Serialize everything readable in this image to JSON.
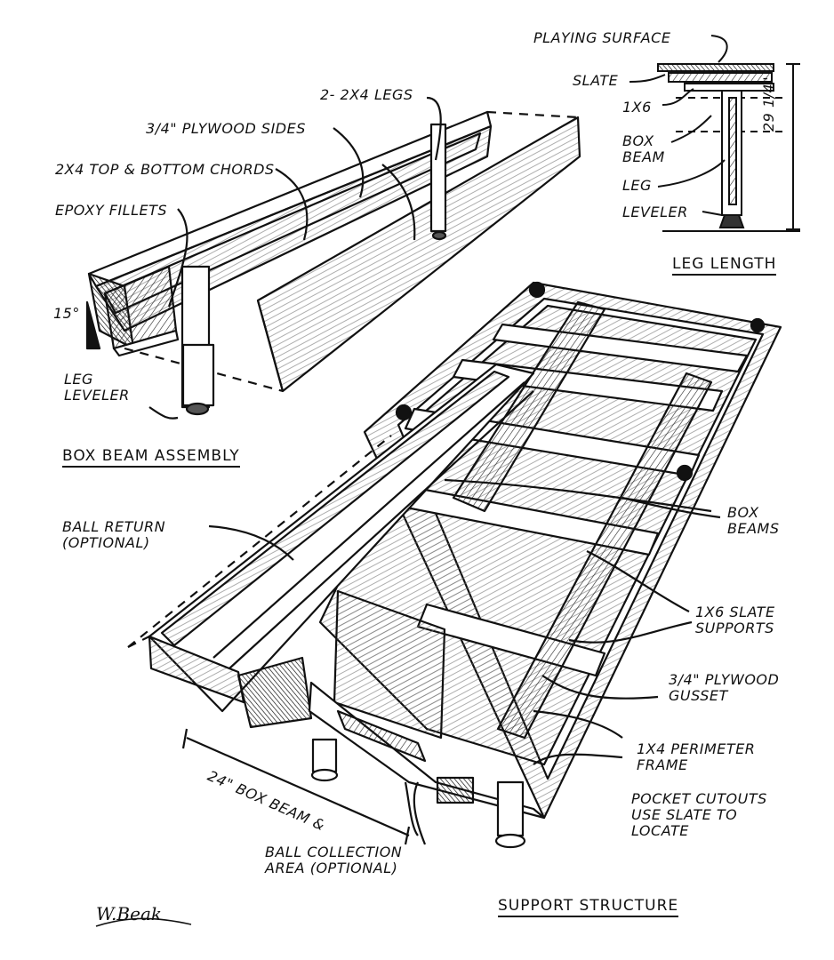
{
  "box_beam_assembly": {
    "title": "BOX BEAM ASSEMBLY",
    "labels": {
      "legs": "2- 2X4 LEGS",
      "plywood_sides": "3/4\" PLYWOOD SIDES",
      "chords": "2X4 TOP & BOTTOM CHORDS",
      "epoxy": "EPOXY FILLETS",
      "angle": "15°",
      "leveler": "LEG\nLEVELER"
    }
  },
  "leg_length": {
    "title": "LEG LENGTH",
    "labels": {
      "playing_surface": "PLAYING SURFACE",
      "slate": "SLATE",
      "one_by_six": "1X6",
      "box_beam": "BOX\nBEAM",
      "leg": "LEG",
      "leveler": "LEVELER",
      "height": "29 1/4\""
    }
  },
  "support_structure": {
    "title": "SUPPORT STRUCTURE",
    "labels": {
      "ball_return": "BALL RETURN\n(OPTIONAL)",
      "box_beams": "BOX\nBEAMS",
      "slate_supports": "1X6 SLATE\nSUPPORTS",
      "gusset": "3/4\" PLYWOOD\nGUSSET",
      "perimeter": "1X4 PERIMETER\nFRAME",
      "pocket": "POCKET CUTOUTS\nUSE SLATE TO\nLOCATE",
      "box_beam_width": "24\" BOX BEAM &",
      "ball_collection": "BALL COLLECTION\nAREA (OPTIONAL)"
    }
  },
  "signature": "W.Beak"
}
